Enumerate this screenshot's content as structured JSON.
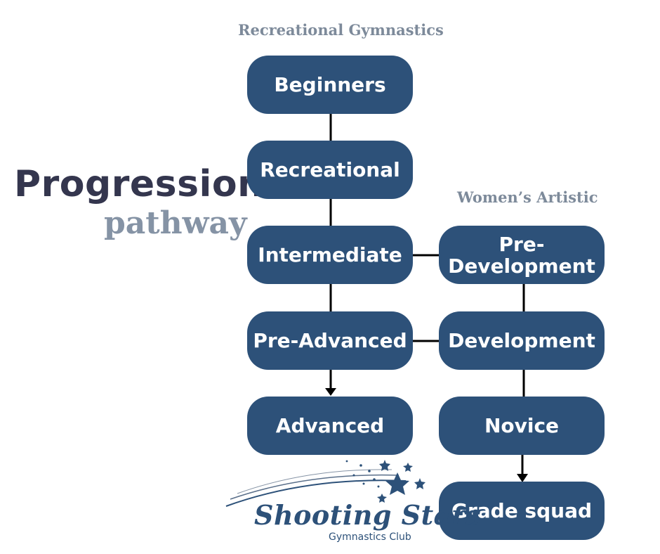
{
  "headers": {
    "recreational": "Recreational Gymnastics",
    "womens_artistic": "Women’s Artistic"
  },
  "title": {
    "main": "Progression",
    "sub": "pathway"
  },
  "recreational_path": [
    "Beginners",
    "Recreational",
    "Intermediate",
    "Pre-Advanced",
    "Advanced"
  ],
  "womens_artistic_path": {
    "pre_development_line1": "Pre-",
    "pre_development_line2": "Development",
    "development": "Development",
    "novice": "Novice",
    "grade_squad": "Grade squad"
  },
  "logo": {
    "name": "Shooting Stars",
    "tagline": "Gymnastics Club"
  },
  "colors": {
    "node_fill": "#2d5179",
    "node_text": "#ffffff",
    "connector": "#000000",
    "title_dark": "#34364e",
    "title_light": "#8593a5",
    "header": "#7d8a9a"
  }
}
